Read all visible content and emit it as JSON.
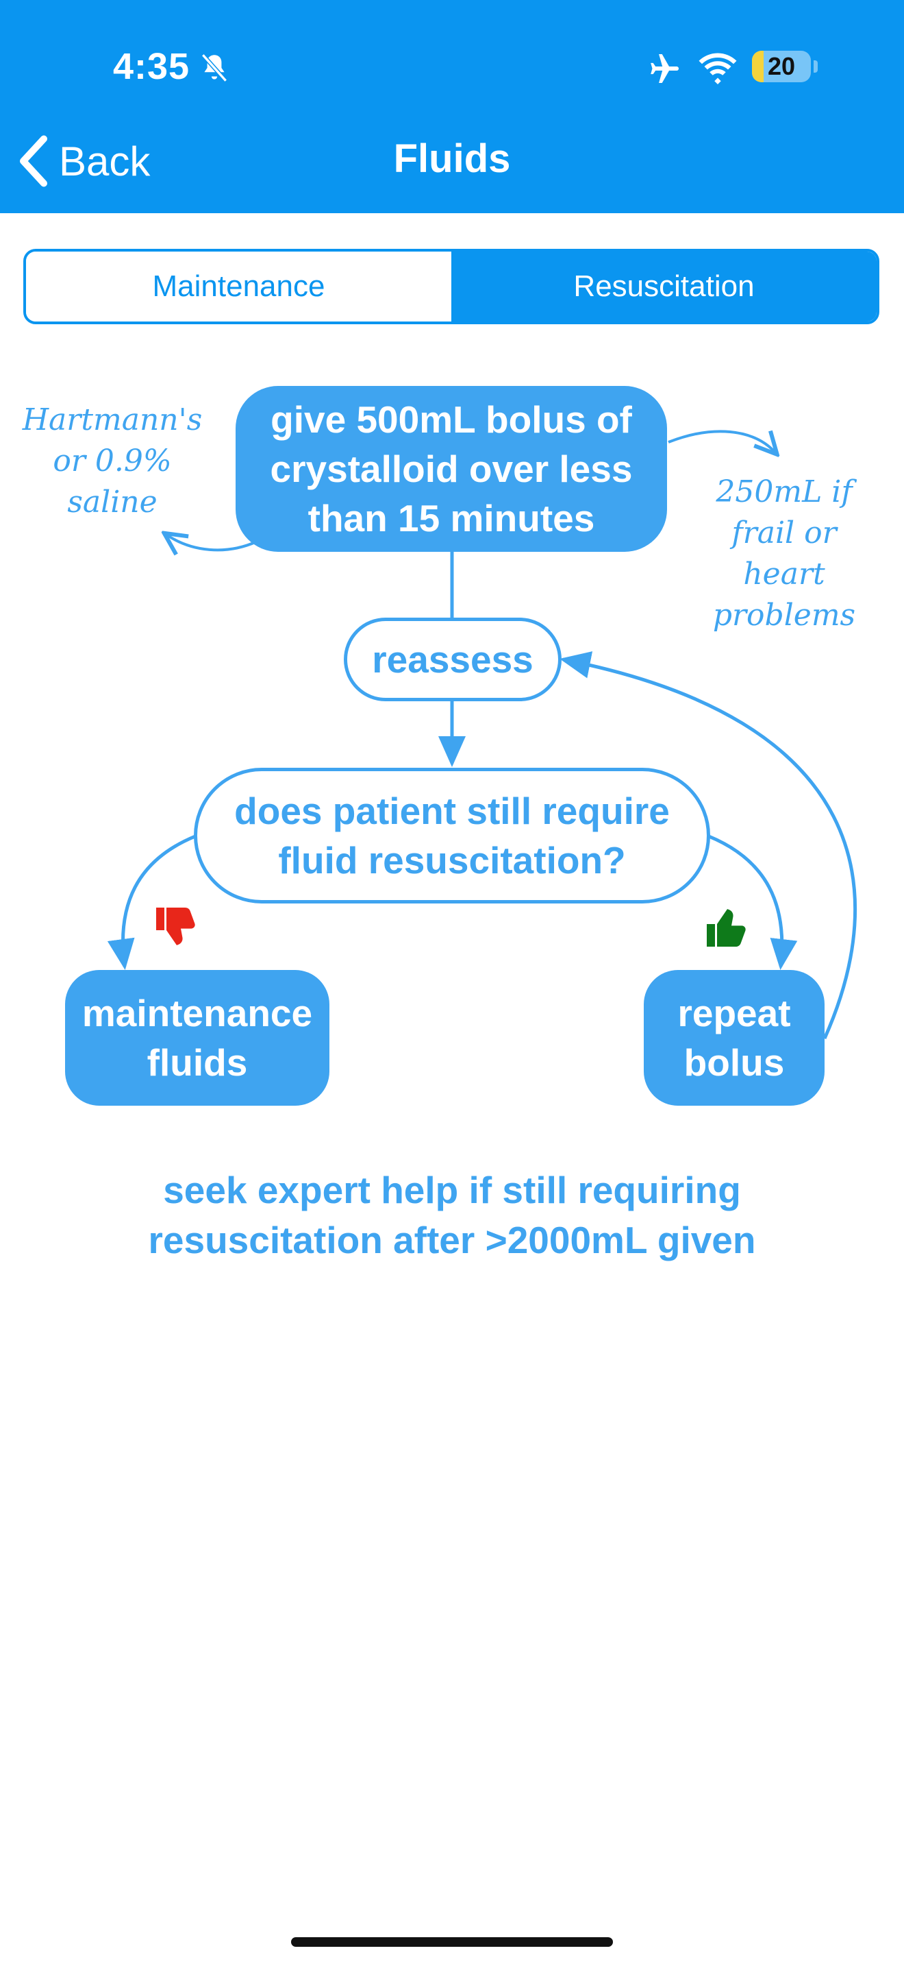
{
  "status_bar": {
    "time": "4:35",
    "battery": "20",
    "battery_fraction": 0.2,
    "icons": [
      "bell-slash-icon",
      "airplane-icon",
      "wifi-icon",
      "battery-icon"
    ]
  },
  "nav": {
    "back_label": "Back",
    "title": "Fluids"
  },
  "segments": {
    "maintenance": "Maintenance",
    "resuscitation": "Resuscitation",
    "selected": "resuscitation"
  },
  "flowchart": {
    "bolus": "give 500mL bolus of crystalloid over less than 15 minutes",
    "reassess": "reassess",
    "question": "does patient still require fluid resuscitation?",
    "maintenance": "maintenance fluids",
    "repeat": "repeat bolus",
    "note_left": "Hartmann's or 0.9% saline",
    "note_right": "250mL if frail or heart problems",
    "footer": "seek expert help if still requiring resuscitation after >2000mL given"
  },
  "colors": {
    "header_blue": "#0A95F0",
    "node_blue": "#3FA4F0",
    "thumb_down_red": "#E8261A",
    "thumb_up_green": "#0E7A1A"
  },
  "icons": {
    "back": "chevron-left-icon",
    "no": "thumbs-down-icon",
    "yes": "thumbs-up-icon"
  }
}
